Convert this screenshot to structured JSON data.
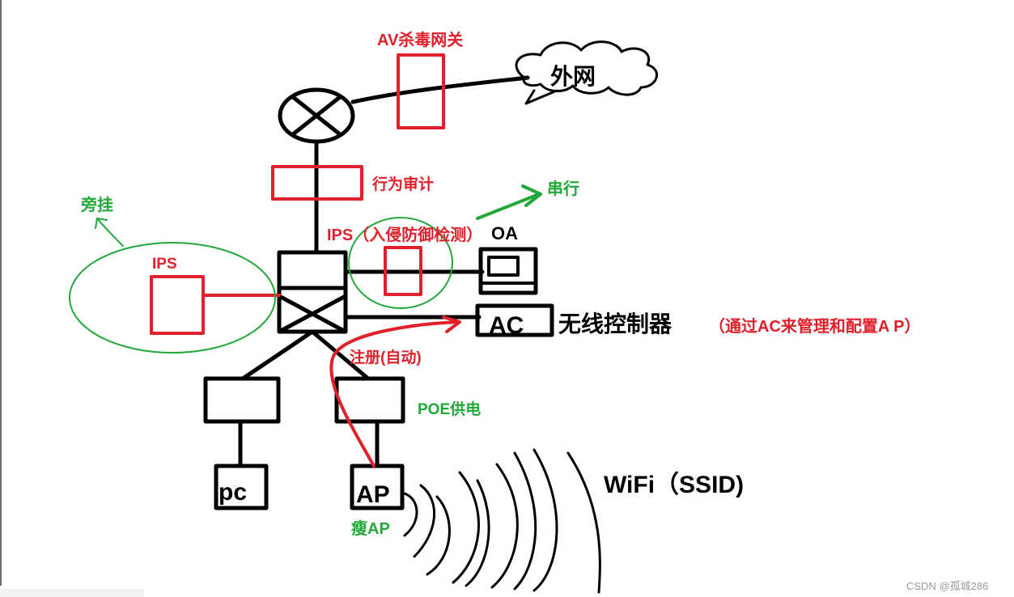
{
  "colors": {
    "ink": "#000000",
    "red": "#e0202a",
    "green": "#22a83a",
    "watermark": "#9a9a9a"
  },
  "labels": {
    "av_gateway": "AV杀毒网关",
    "external_network": "外网",
    "behavior_audit": "行为审计",
    "serial": "串行",
    "bypass": "旁挂",
    "ips_bypass": "IPS",
    "ips_inline": "IPS（入侵防御检测）",
    "oa": "OA",
    "ac": "AC",
    "wireless_controller": "无线控制器",
    "ac_note": "（通过AC来管理和配置A P）",
    "register_auto": "注册(自动)",
    "poe": "POE供电",
    "pc": "pc",
    "ap": "AP",
    "thin_ap": "瘦AP",
    "wifi": "WiFi（SSID)",
    "watermark": "CSDN @孤城286"
  },
  "icons": {
    "router": "router-icon",
    "switch": "switch-icon",
    "cloud": "cloud-icon",
    "wifi": "wifi-signal-icon"
  }
}
